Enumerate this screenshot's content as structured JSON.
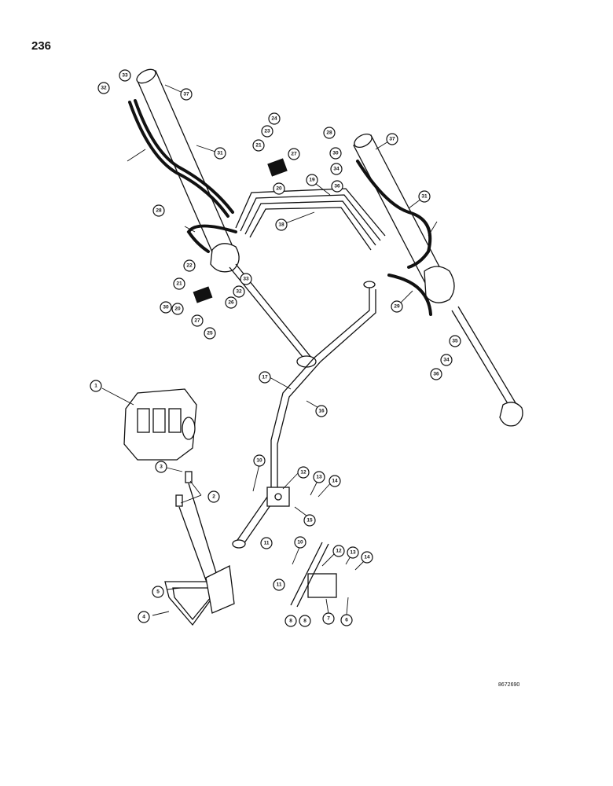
{
  "page_number": "236",
  "drawing_code": "8672690",
  "callouts": [
    {
      "id": "c1",
      "label": "1"
    },
    {
      "id": "c2",
      "label": "2"
    },
    {
      "id": "c3",
      "label": "3"
    },
    {
      "id": "c4",
      "label": "4"
    },
    {
      "id": "c5",
      "label": "5"
    },
    {
      "id": "c6",
      "label": "6"
    },
    {
      "id": "c7",
      "label": "7"
    },
    {
      "id": "c8a",
      "label": "8"
    },
    {
      "id": "c8b",
      "label": "8"
    },
    {
      "id": "c10a",
      "label": "10"
    },
    {
      "id": "c10b",
      "label": "10"
    },
    {
      "id": "c11a",
      "label": "11"
    },
    {
      "id": "c11b",
      "label": "11"
    },
    {
      "id": "c12a",
      "label": "12"
    },
    {
      "id": "c12b",
      "label": "12"
    },
    {
      "id": "c13a",
      "label": "13"
    },
    {
      "id": "c13b",
      "label": "13"
    },
    {
      "id": "c14a",
      "label": "14"
    },
    {
      "id": "c14b",
      "label": "14"
    },
    {
      "id": "c15",
      "label": "15"
    },
    {
      "id": "c16",
      "label": "16"
    },
    {
      "id": "c17",
      "label": "17"
    },
    {
      "id": "c18",
      "label": "18"
    },
    {
      "id": "c19",
      "label": "19"
    },
    {
      "id": "c20a",
      "label": "20"
    },
    {
      "id": "c20b",
      "label": "20"
    },
    {
      "id": "c21a",
      "label": "21"
    },
    {
      "id": "c21b",
      "label": "21"
    },
    {
      "id": "c22",
      "label": "22"
    },
    {
      "id": "c23",
      "label": "23"
    },
    {
      "id": "c24",
      "label": "24"
    },
    {
      "id": "c25",
      "label": "25"
    },
    {
      "id": "c26",
      "label": "26"
    },
    {
      "id": "c27a",
      "label": "27"
    },
    {
      "id": "c27b",
      "label": "27"
    },
    {
      "id": "c28a",
      "label": "28"
    },
    {
      "id": "c28b",
      "label": "28"
    },
    {
      "id": "c29",
      "label": "29"
    },
    {
      "id": "c30a",
      "label": "30"
    },
    {
      "id": "c30b",
      "label": "30"
    },
    {
      "id": "c31a",
      "label": "31"
    },
    {
      "id": "c31b",
      "label": "31"
    },
    {
      "id": "c32a",
      "label": "32"
    },
    {
      "id": "c32b",
      "label": "32"
    },
    {
      "id": "c33a",
      "label": "33"
    },
    {
      "id": "c33b",
      "label": "33"
    },
    {
      "id": "c34a",
      "label": "34"
    },
    {
      "id": "c34b",
      "label": "34"
    },
    {
      "id": "c35",
      "label": "35"
    },
    {
      "id": "c36a",
      "label": "36"
    },
    {
      "id": "c36b",
      "label": "36"
    },
    {
      "id": "c37a",
      "label": "37"
    },
    {
      "id": "c37b",
      "label": "37"
    }
  ]
}
